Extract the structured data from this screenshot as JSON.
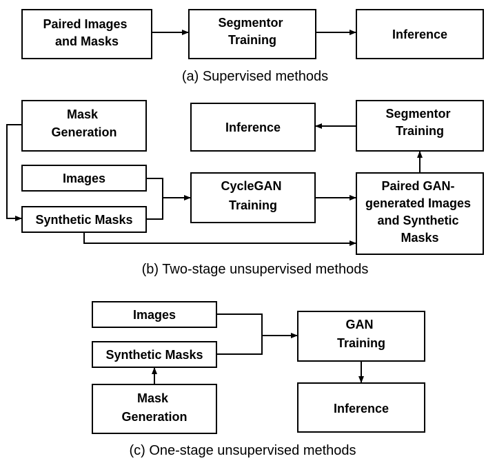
{
  "panel_a": {
    "caption": "(a) Supervised methods",
    "boxes": {
      "paired_images_masks": [
        "Paired Images",
        "and Masks"
      ],
      "segmentor_training": [
        "Segmentor",
        "Training"
      ],
      "inference": [
        "Inference"
      ]
    }
  },
  "panel_b": {
    "caption": "(b) Two-stage unsupervised methods",
    "boxes": {
      "mask_generation": [
        "Mask",
        "Generation"
      ],
      "inference": [
        "Inference"
      ],
      "segmentor_training": [
        "Segmentor",
        "Training"
      ],
      "images": [
        "Images"
      ],
      "cyclegan_training": [
        "CycleGAN",
        "Training"
      ],
      "synthetic_masks": [
        "Synthetic Masks"
      ],
      "paired_gan": [
        "Paired GAN-",
        "generated Images",
        "and Synthetic",
        "Masks"
      ]
    }
  },
  "panel_c": {
    "caption": "(c) One-stage unsupervised methods",
    "boxes": {
      "images": [
        "Images"
      ],
      "gan_training": [
        "GAN",
        "Training"
      ],
      "synthetic_masks": [
        "Synthetic Masks"
      ],
      "inference": [
        "Inference"
      ],
      "mask_generation": [
        "Mask",
        "Generation"
      ]
    }
  }
}
